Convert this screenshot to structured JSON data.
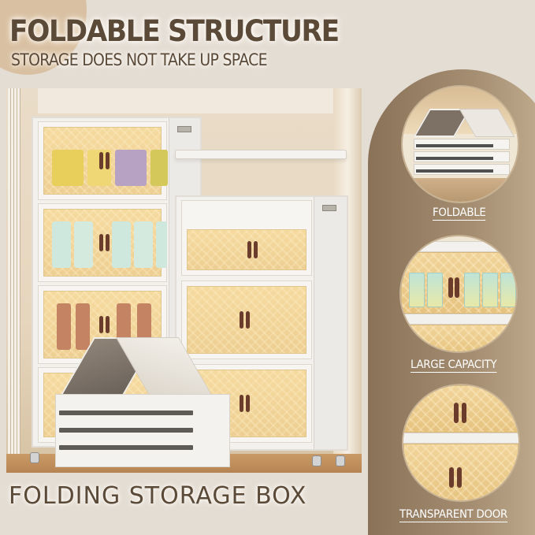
{
  "header": {
    "title": "FOLDABLE STRUCTURE",
    "subtitle": "STORAGE DOES NOT TAKE UP SPACE"
  },
  "footer": {
    "title": "FOLDING STORAGE BOX"
  },
  "features": [
    {
      "label": "FOLDABLE",
      "icon": "folded-box-closeup"
    },
    {
      "label": "LARGE CAPACITY",
      "icon": "filled-shelf-closeup"
    },
    {
      "label": "TRANSPARENT DOOR",
      "icon": "amber-door-closeup"
    }
  ],
  "product_photo": {
    "description": "White stacking storage cabinets with amber transparent doors, a loose top shelf, and a folded flat box in front",
    "left_tower_tiers": 4,
    "right_tower_tiers": 3
  },
  "colors": {
    "background": "#e4ddd4",
    "title_text": "#5b4a38",
    "accent_circle": "#d9c0a2",
    "side_panel": "#8a7258",
    "door_amber": "#ecc882",
    "handle": "#6a3c2c",
    "label_text": "#ffffff"
  }
}
